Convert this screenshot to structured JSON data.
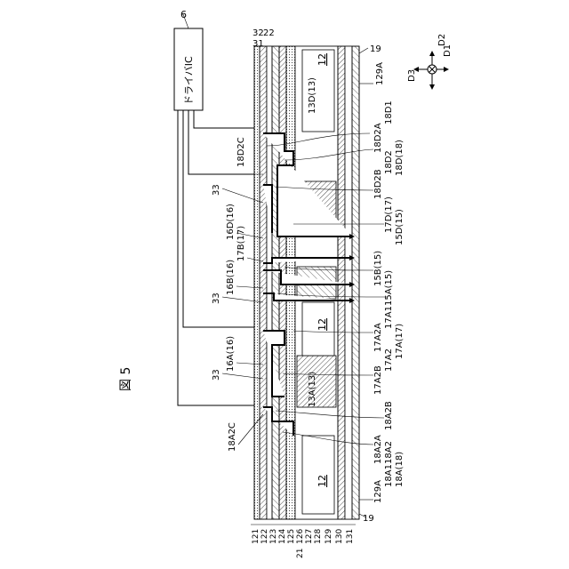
{
  "figure": {
    "title": "図 5"
  },
  "driver": {
    "label": "ドライバIC",
    "ref": "6"
  },
  "compass": {
    "d1": "D1",
    "d2": "D2",
    "d3": "D3"
  },
  "regions": [
    "12",
    "12",
    "12"
  ],
  "layers": [
    "121",
    "122",
    "123",
    "124",
    "125",
    "126",
    "127",
    "128",
    "129",
    "130",
    "131"
  ],
  "group_21": "21",
  "top_refs": {
    "r32": "32",
    "r31": "31",
    "r22": "22",
    "r19a": "19",
    "r19b": "19"
  },
  "labels": {
    "l129a_top": "129A",
    "l129a_bot": "129A",
    "l13d": "13D(13)",
    "l13a": "13A(13)",
    "l18d1": "18D1",
    "l18d2a": "18D2A",
    "l18d2": "18D2",
    "l18d": "18D(18)",
    "l18d2b": "18D2B",
    "l17d": "17D(17)",
    "l15d": "15D(15)",
    "l15b": "15B(15)",
    "l15a": "15A(15)",
    "l17a1": "17A1",
    "l17a2a": "17A2A",
    "l17a": "17A(17)",
    "l17a2": "17A2",
    "l17a2b": "17A2B",
    "l18a2b": "18A2B",
    "l18a2a": "18A2A",
    "l18a2": "18A2",
    "l18a1": "18A1",
    "l18a": "18A(18)",
    "l18d2c": "18D2C",
    "l16d": "16D(16)",
    "l17b": "17B(17)",
    "l16b": "16B(16)",
    "l16a": "16A(16)",
    "l18a2c": "18A2C",
    "l33a": "33",
    "l33b": "33",
    "l33c": "33"
  }
}
